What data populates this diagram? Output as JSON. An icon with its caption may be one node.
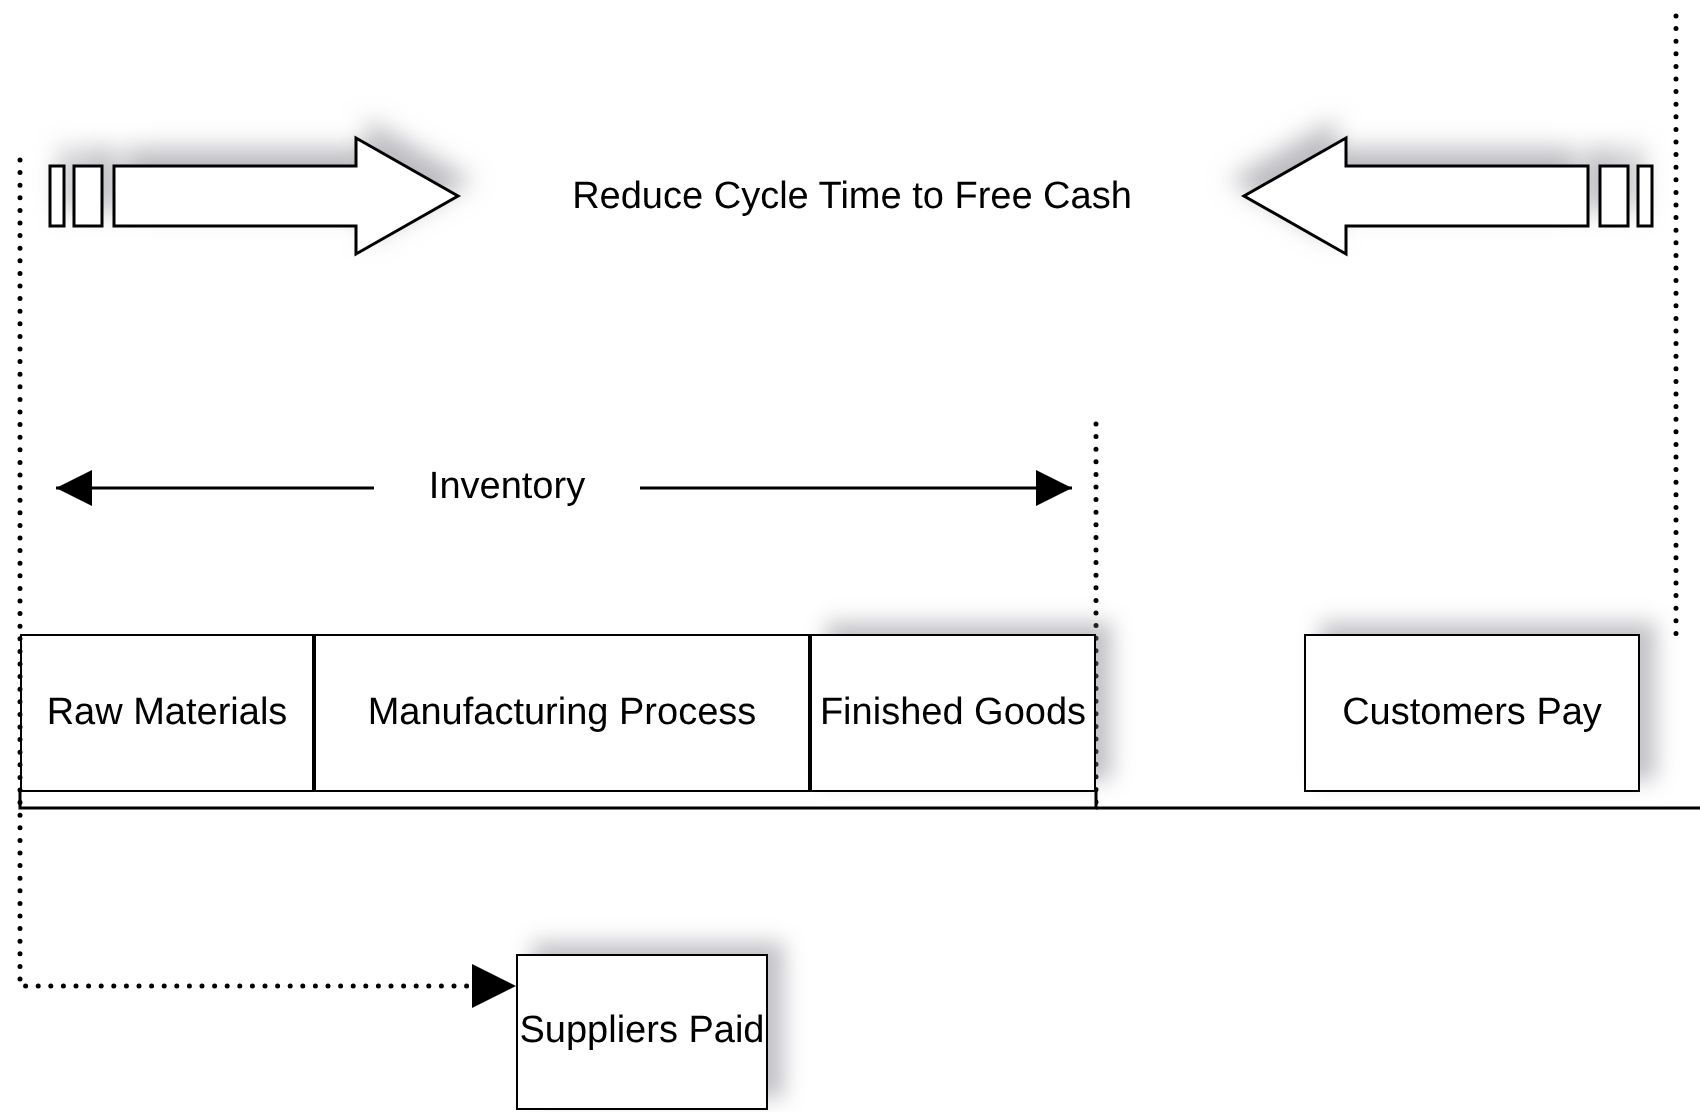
{
  "diagram": {
    "nodes": [
      {
        "text": [
          "Raw Materials"
        ]
      },
      {
        "text": [
          "Manufacturing Process"
        ]
      },
      {
        "text": [
          "Finished Goods"
        ]
      },
      {
        "text": [
          "Customers Pay"
        ]
      },
      {
        "text": [
          "Suppliers Paid"
        ]
      }
    ],
    "edges": [
      {
        "from": null,
        "to": 4,
        "arrow": "to",
        "style": "dashed"
      }
    ],
    "labels": [
      "Reduce Cycle Time to Free Cash",
      "Inventory"
    ]
  }
}
